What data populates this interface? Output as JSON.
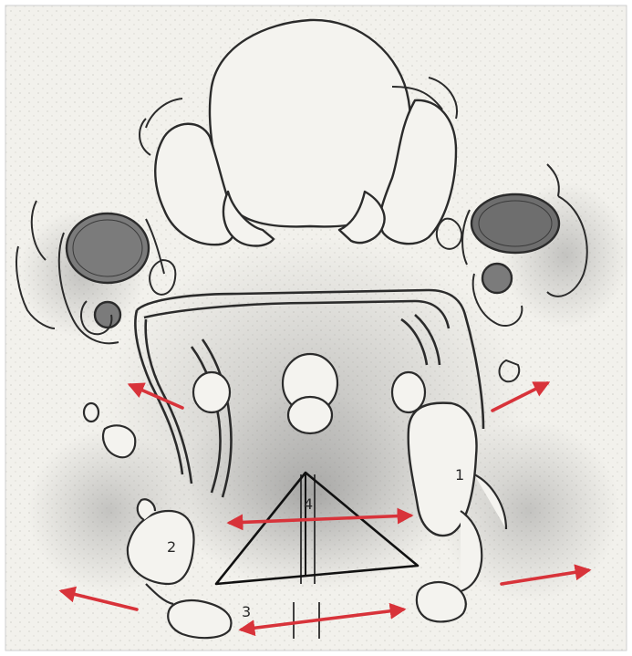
{
  "figure": {
    "labels": [
      {
        "id": "1",
        "text": "1"
      },
      {
        "id": "2",
        "text": "2"
      },
      {
        "id": "3",
        "text": "3"
      },
      {
        "id": "4",
        "text": "4"
      }
    ],
    "colors": {
      "ink": "#2b2b2b",
      "arrow": "#d8333a",
      "triangle": "#111111",
      "shade": "#8a8a8a",
      "paper": "#f2f1ec"
    }
  }
}
